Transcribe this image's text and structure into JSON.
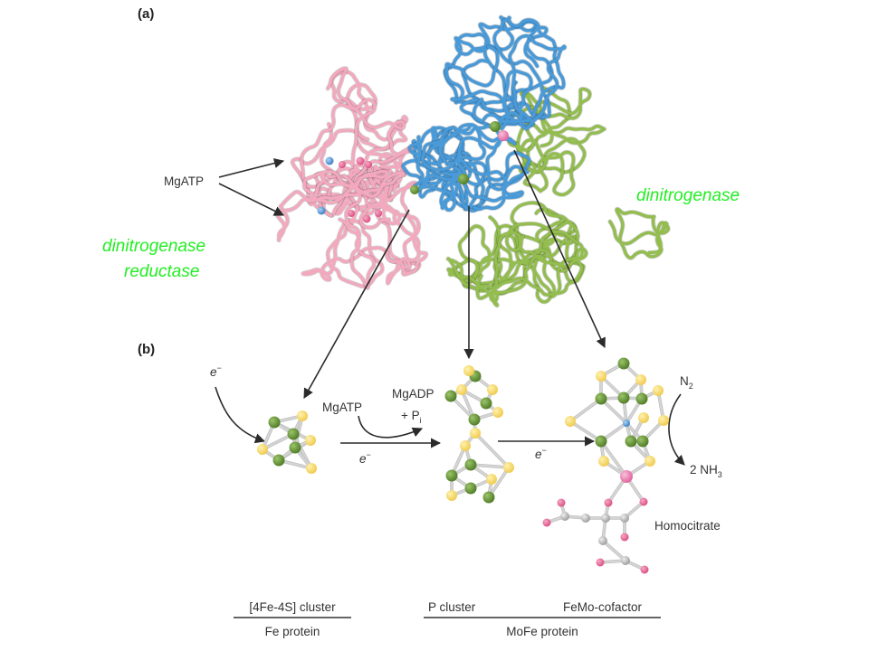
{
  "panels": {
    "a": "(a)",
    "b": "(b)"
  },
  "labels": {
    "mgatp_top": "MgATP",
    "dinitrogenase": "dinitrogenase",
    "reductase_line1": "dinitrogenase",
    "reductase_line2": "reductase",
    "electron": "e",
    "electron_sup": "−",
    "mgatp_mid": "MgATP",
    "mgadp": "MgADP",
    "plus_p": "+ P",
    "p_sub": "i",
    "n2": "N",
    "n2_sub": "2",
    "nh3_pre": "2 NH",
    "nh3_sub": "3",
    "homocitrate": "Homocitrate"
  },
  "footer": {
    "fe_cluster": "[4Fe-4S] cluster",
    "fe_protein": "Fe protein",
    "p_cluster": "P cluster",
    "femo_cofactor": "FeMo-cofactor",
    "mofe_protein": "MoFe protein"
  },
  "colors": {
    "fe_protein_ribbon": "#f2a9be",
    "mofe_alpha_ribbon": "#4a9ad8",
    "mofe_beta_ribbon": "#93bd4f",
    "iron_atom": "#5a8a2c",
    "sulfur_atom": "#f4d466",
    "oxygen_atom": "#e6709c",
    "carbon_atom": "#b8b8b8",
    "molybdenum_atom": "#e88ab8",
    "label_green": "#22ee22"
  }
}
